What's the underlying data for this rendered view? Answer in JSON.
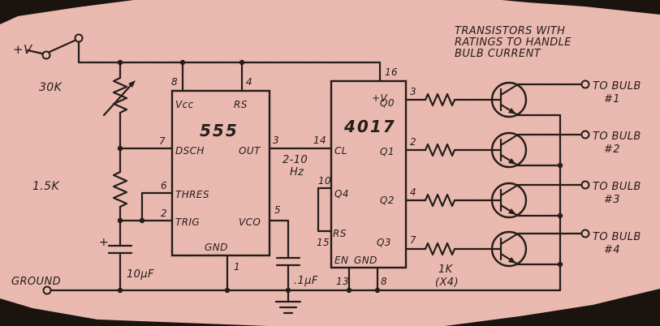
{
  "colors": {
    "paper": "#eebdb4",
    "ink": "#241d18"
  },
  "labels": {
    "vplus": "+V",
    "ground": "GROUND",
    "r1_value": "30K",
    "r2_value": "1.5K",
    "c1_polarity": "+",
    "c1_value": "10μF",
    "c2_value": ".1μF",
    "freq_line1": "2-10",
    "freq_line2": "Hz",
    "base_resistor_value": "1K",
    "base_resistor_qty": "(X4)"
  },
  "note": {
    "line1": "TRANSISTORS WITH",
    "line2": "RATINGS TO HANDLE",
    "line3": "BULB CURRENT"
  },
  "ic555": {
    "name": "555",
    "pin8_num": "8",
    "pin8_label": "Vcc",
    "pin4_num": "4",
    "pin4_label": "RS",
    "pin7_num": "7",
    "pin7_label": "DSCH",
    "pin3_num": "3",
    "pin3_label": "OUT",
    "pin6_num": "6",
    "pin6_label": "THRES",
    "pin2_num": "2",
    "pin2_label": "TRIG",
    "pin5_num": "5",
    "pin5_label": "VCO",
    "pin1_num": "1",
    "pin1_label": "GND"
  },
  "ic4017": {
    "name": "4017",
    "pin16_num": "16",
    "pin16_label": "+V",
    "pin3_num": "3",
    "pin3_label": "Q0",
    "pin14_num": "14",
    "pin14_label": "CL",
    "pin2_num": "2",
    "pin2_label": "Q1",
    "pin10_num": "10",
    "pin10_label": "Q4",
    "pin4_num": "4",
    "pin4_label": "Q2",
    "pin15_num": "15",
    "pin15_label": "RS",
    "pin7_num": "7",
    "pin7_label": "Q3",
    "pin13_num": "13",
    "pin13_label": "EN",
    "pin8_num": "8",
    "pin8_label": "GND"
  },
  "outputs": [
    {
      "line1": "TO BULB",
      "line2": "#1"
    },
    {
      "line1": "TO BULB",
      "line2": "#2"
    },
    {
      "line1": "TO BULB",
      "line2": "#3"
    },
    {
      "line1": "TO BULB",
      "line2": "#4"
    }
  ]
}
